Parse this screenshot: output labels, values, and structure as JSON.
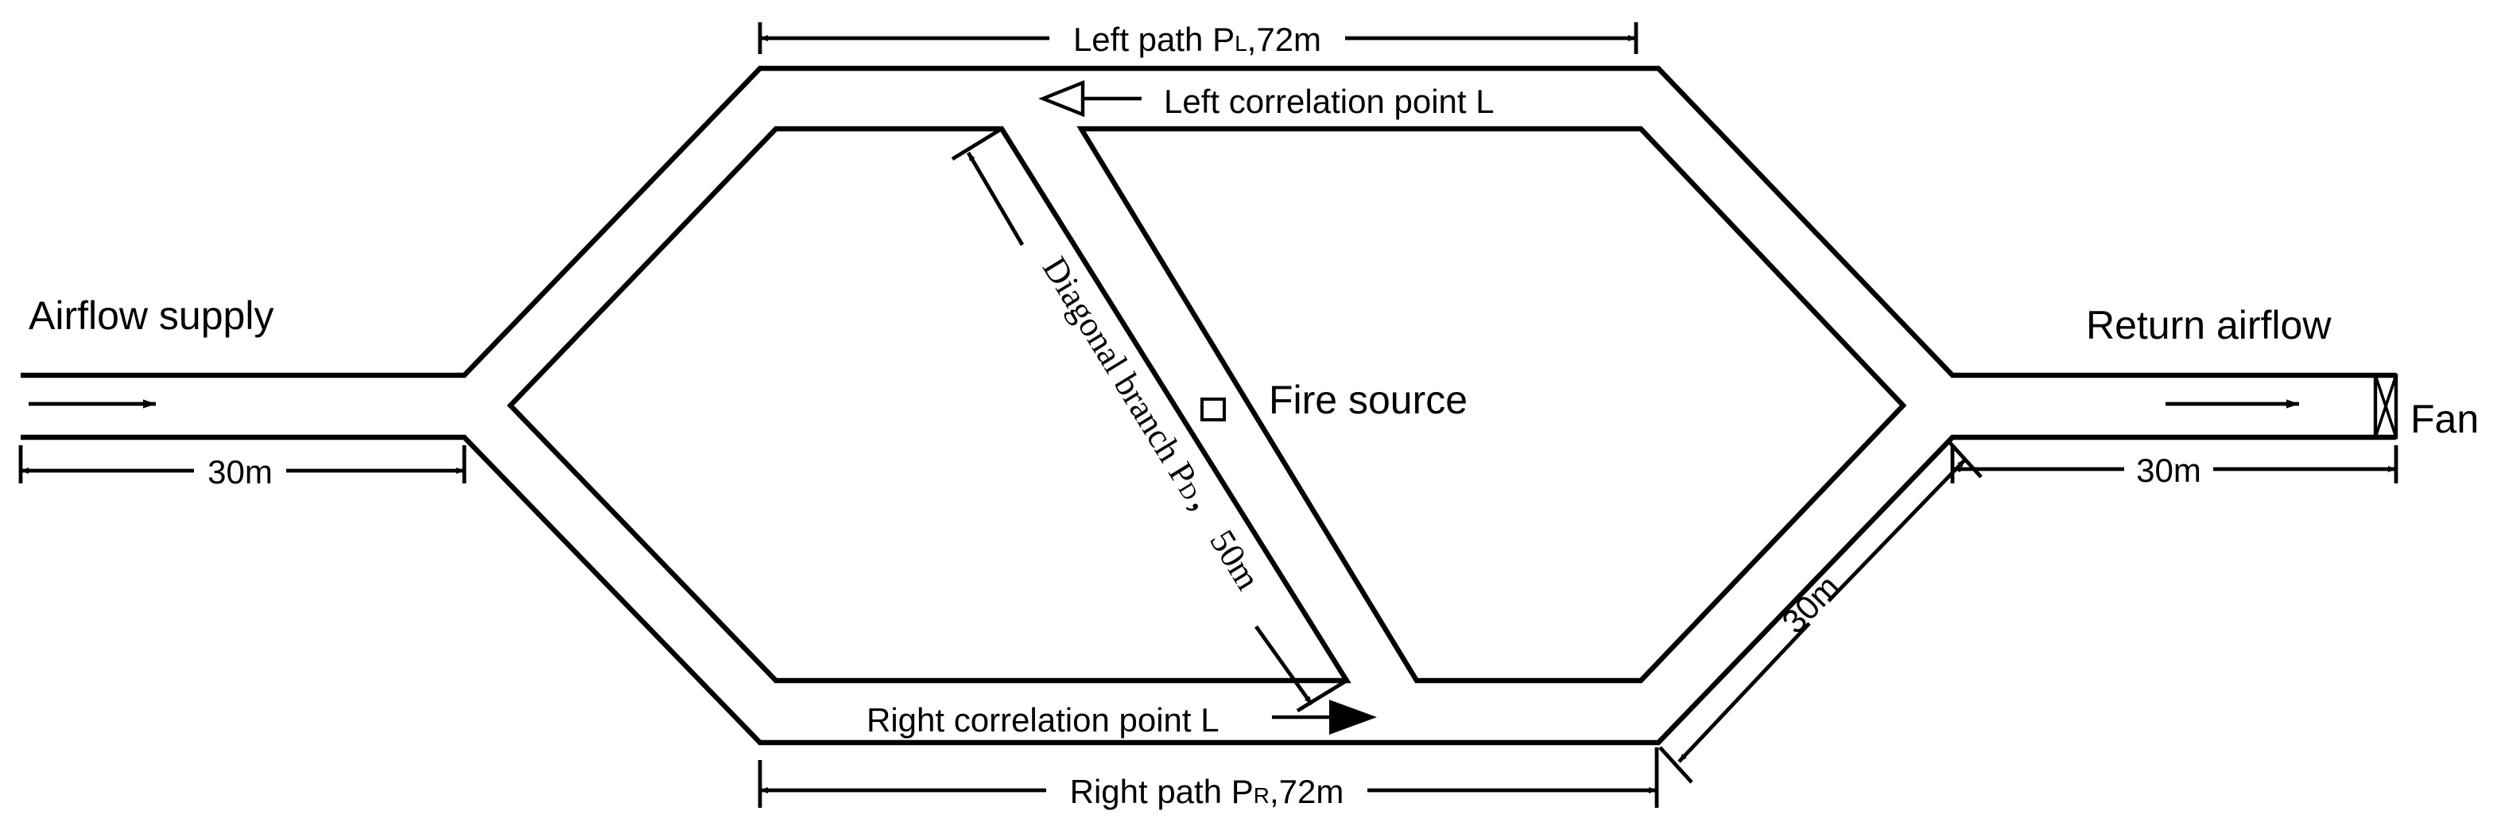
{
  "diagram": {
    "labels": {
      "airflow_supply": "Airflow supply",
      "return_airflow": "Return airflow",
      "fan": "Fan",
      "fire_source": "Fire source",
      "left_correlation_point": "Left correlation point L",
      "right_correlation_point": "Right correlation point L",
      "diagonal_branch": "Diagonal branch P",
      "diagonal_branch_sub": "D",
      "diagonal_branch_len": "， 50m"
    },
    "dimensions": {
      "left_path_prefix": "Left path P",
      "left_path_sub": "L",
      "left_path_suffix": ",72m",
      "right_path_prefix": "Right path P",
      "right_path_sub": "R",
      "right_path_suffix": ",72m",
      "inlet_length": "30m",
      "outlet_length": "30m",
      "right_lower_branch_length": "30m"
    }
  }
}
